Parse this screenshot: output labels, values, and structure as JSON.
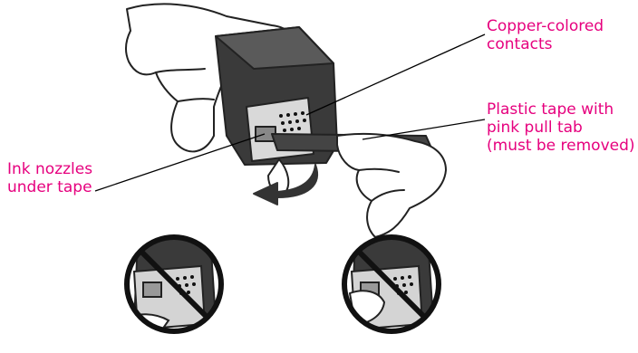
{
  "labels": {
    "contacts": {
      "line1": "Copper-colored",
      "line2": "contacts"
    },
    "tape": {
      "line1": "Plastic tape with",
      "line2": "pink pull tab",
      "line3": "(must be removed)"
    },
    "nozzles": {
      "line1": "Ink nozzles",
      "line2": "under tape"
    }
  },
  "colors": {
    "label": "#e6007e",
    "line": "#000000",
    "cartridge": "#3a3a3a",
    "hand_outline": "#222222",
    "prohibition": "#111111"
  },
  "icons": {
    "main": "ink-cartridge-with-hands",
    "warning_left": "do-not-touch-contacts",
    "warning_right": "do-not-touch-nozzles"
  }
}
